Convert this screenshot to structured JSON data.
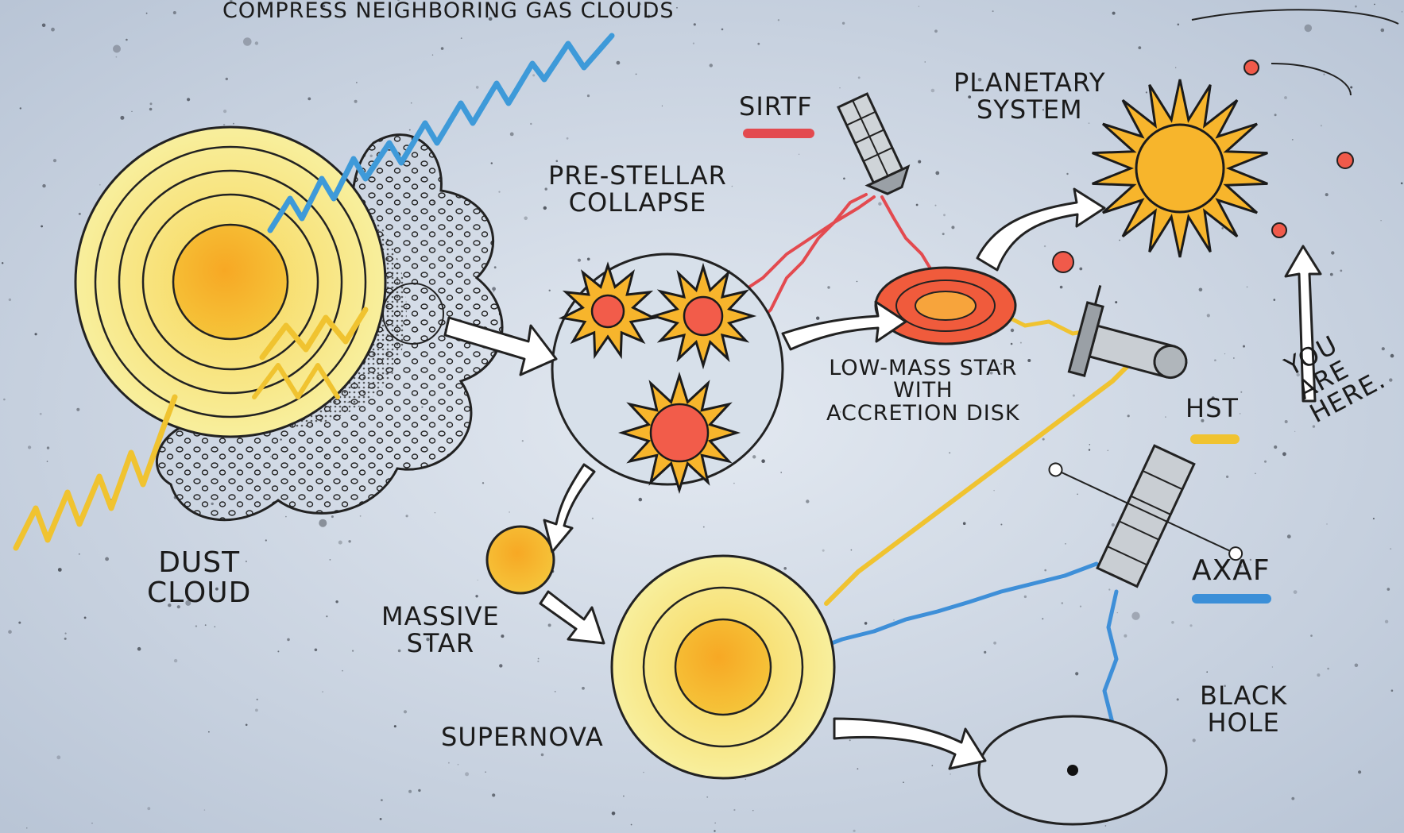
{
  "header_fragment": "COMPRESS NEIGHBORING GAS CLOUDS",
  "labels": {
    "dust_cloud": [
      "DUST",
      "CLOUD"
    ],
    "pre_stellar": [
      "PRE-STELLAR",
      "COLLAPSE"
    ],
    "sirtf": "SIRTF",
    "planetary": [
      "PLANETARY",
      "SYSTEM"
    ],
    "low_mass": [
      "LOW-MASS STAR",
      "WITH",
      "ACCRETION DISK"
    ],
    "hst": "HST",
    "you_are_here": [
      "YOU",
      "ARE",
      "HERE."
    ],
    "massive_star": [
      "MASSIVE",
      "STAR"
    ],
    "supernova": "SUPERNOVA",
    "axaf": "AXAF",
    "black_hole": [
      "BLACK",
      "HOLE"
    ]
  },
  "colors": {
    "background": "#cfd8e4",
    "sirtf_red": "#e5484d",
    "hst_yellow": "#f4c21c",
    "axaf_blue": "#3b8fd8",
    "star_yellow": "#f7b52c",
    "star_core": "#f25c4a",
    "glow_yellow": "#f8e27a",
    "ink": "#1b1b1b"
  },
  "icons": [
    "sirtf-telescope-icon",
    "hst-telescope-icon",
    "axaf-telescope-icon",
    "sun-icon",
    "star-icon"
  ]
}
